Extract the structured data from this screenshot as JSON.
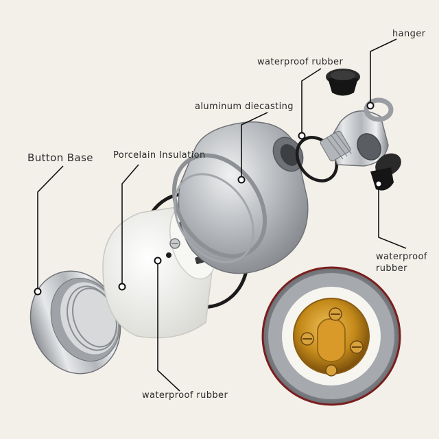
{
  "labels": {
    "hanger": "hanger",
    "waterproof_rubber_top": "waterproof rubber",
    "aluminum_diecasting": "aluminum diecasting",
    "button_base": "Button Base",
    "porcelain_insulation": "Porcelain Insulation",
    "waterproof_rubber_right_line1": "waterproof",
    "waterproof_rubber_right_line2": "rubber",
    "waterproof_rubber_bottom": "waterproof rubber"
  },
  "colors": {
    "background": "#f3f0ea",
    "leader_line": "#111111",
    "metal": "#b9bcc0",
    "rubber": "#1c1c1c",
    "porcelain": "#f4f4f1",
    "brass": "#c8901e",
    "inset_border": "#7a1e1e"
  },
  "icons": [
    "connector-dot"
  ]
}
